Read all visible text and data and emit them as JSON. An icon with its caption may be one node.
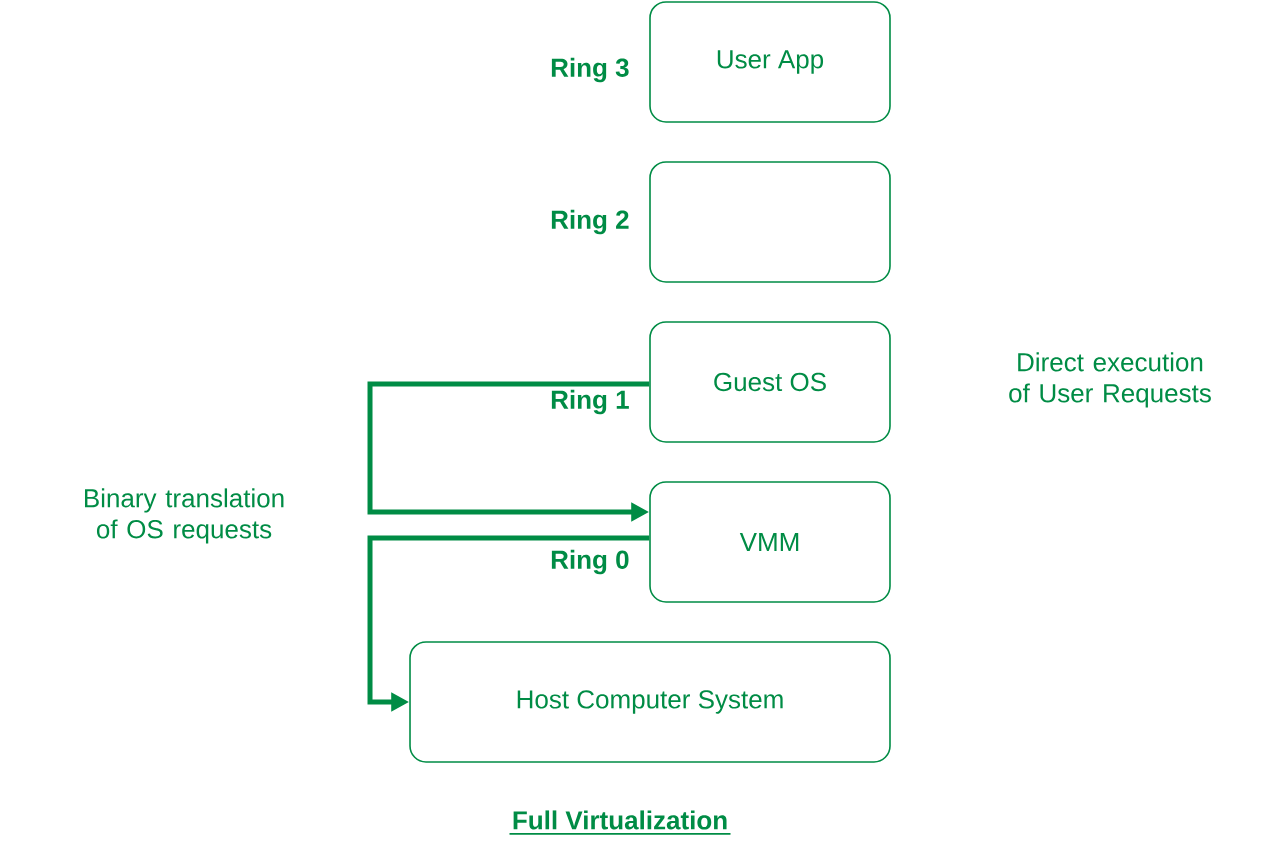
{
  "diagram": {
    "caption": "Full Virtualization",
    "nodes": [
      {
        "text": [
          "User App"
        ],
        "beside": [
          "Ring 3"
        ]
      },
      {
        "text": [],
        "shape": "box",
        "beside": [
          "Ring 2"
        ]
      },
      {
        "text": [
          "Guest OS"
        ],
        "beside": [
          "Ring 1"
        ]
      },
      {
        "text": [
          "VMM"
        ],
        "beside": [
          "Ring 0"
        ]
      },
      {
        "text": [
          "Host Computer System"
        ]
      }
    ],
    "edges": [
      {
        "from": 2,
        "to": 3,
        "arrow": "to",
        "label": "Binary translation of OS requests"
      },
      {
        "from": 3,
        "to": 4,
        "arrow": "to"
      }
    ],
    "labels": [
      "Direct execution of User Requests"
    ]
  }
}
